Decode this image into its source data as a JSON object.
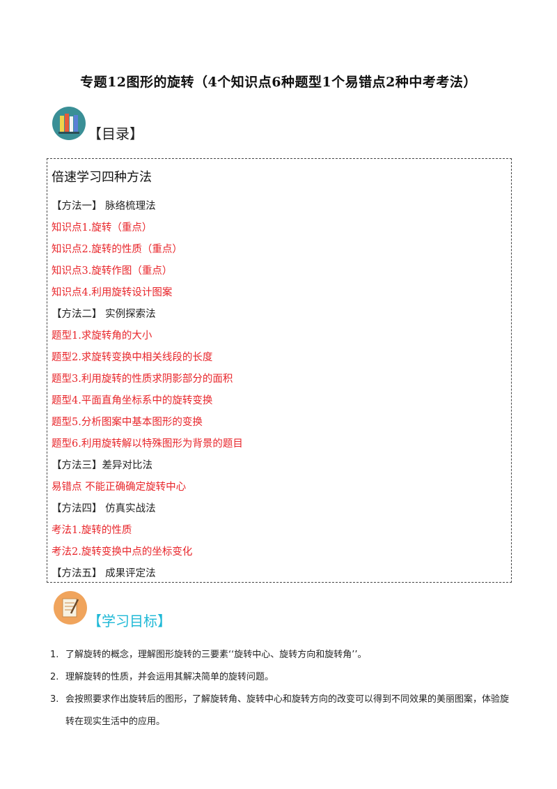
{
  "title": "专题12图形的旋转（4个知识点6种题型1个易错点2种中考考法）",
  "toc": {
    "heading": "【目录】",
    "box_title": "倍速学习四种方法",
    "items": [
      {
        "text": "【方法一】  脉络梳理法",
        "kind": "method"
      },
      {
        "text": "知识点1.旋转（重点）",
        "kind": "topic"
      },
      {
        "text": "知识点2.旋转的性质（重点）",
        "kind": "topic"
      },
      {
        "text": "知识点3.旋转作图（重点）",
        "kind": "topic"
      },
      {
        "text": "知识点4.利用旋转设计图案",
        "kind": "topic"
      },
      {
        "text": "【方法二】  实例探索法",
        "kind": "method"
      },
      {
        "text": "题型1.求旋转角的大小",
        "kind": "topic"
      },
      {
        "text": "题型2.求旋转变换中相关线段的长度",
        "kind": "topic"
      },
      {
        "text": "题型3.利用旋转的性质求阴影部分的面积",
        "kind": "topic"
      },
      {
        "text": "题型4.平面直角坐标系中的旋转变换",
        "kind": "topic"
      },
      {
        "text": "题型5.分析图案中基本图形的变换",
        "kind": "topic"
      },
      {
        "text": "题型6.利用旋转解以特殊图形为背景的题目",
        "kind": "topic"
      },
      {
        "text": "【方法三】差异对比法",
        "kind": "method"
      },
      {
        "text": "易错点  不能正确确定旋转中心",
        "kind": "topic"
      },
      {
        "text": "【方法四】  仿真实战法",
        "kind": "method"
      },
      {
        "text": "考法1.旋转的性质",
        "kind": "topic"
      },
      {
        "text": "考法2.旋转变换中点的坐标变化",
        "kind": "topic"
      },
      {
        "text": "【方法五】  成果评定法",
        "kind": "method"
      }
    ]
  },
  "goals": {
    "heading": "【学习目标】",
    "items": [
      {
        "num": "1.",
        "text": "了解旋转的概念，理解图形旋转的三要素‘‘旋转中心、旋转方向和旋转角’’。"
      },
      {
        "num": "2.",
        "text": "理解旋转的性质，并会运用其解决简单的旋转问题。"
      },
      {
        "num": "3.",
        "text": "会按照要求作出旋转后的图形，了解旋转角、旋转中心和旋转方向的改变可以得到不同效果的美丽图案，体验旋转在现实生活中的应用。"
      }
    ]
  },
  "colors": {
    "topic": "#e8262b",
    "goal_heading": "#1eb8d6",
    "icon_teal": "#3a8f96",
    "icon_orange": "#f0a45c"
  },
  "icons": {
    "toc": "books-icon",
    "goals": "notepad-pencil-icon"
  }
}
